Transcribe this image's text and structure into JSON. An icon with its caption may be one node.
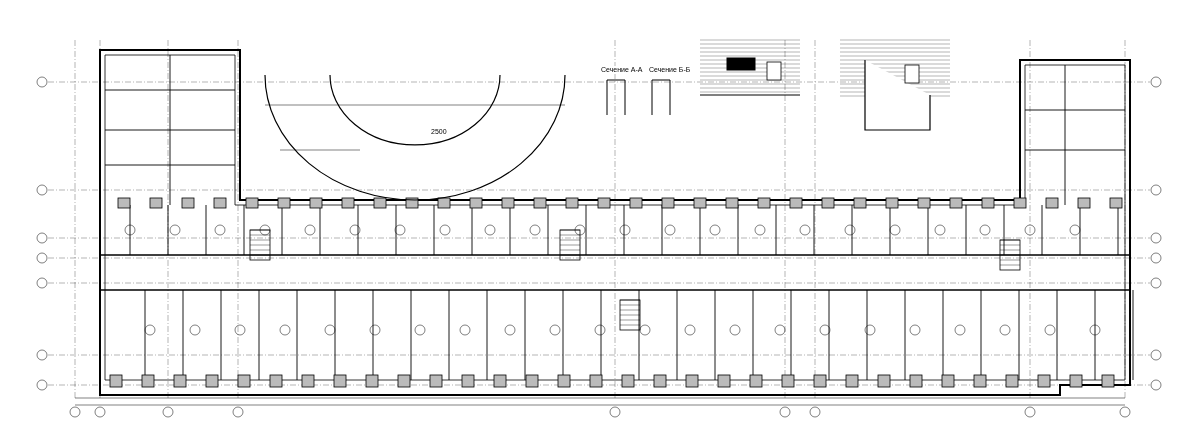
{
  "diagram": {
    "labels": [
      "Сечение А-А",
      "Сечение Б-Б",
      "2500"
    ]
  }
}
